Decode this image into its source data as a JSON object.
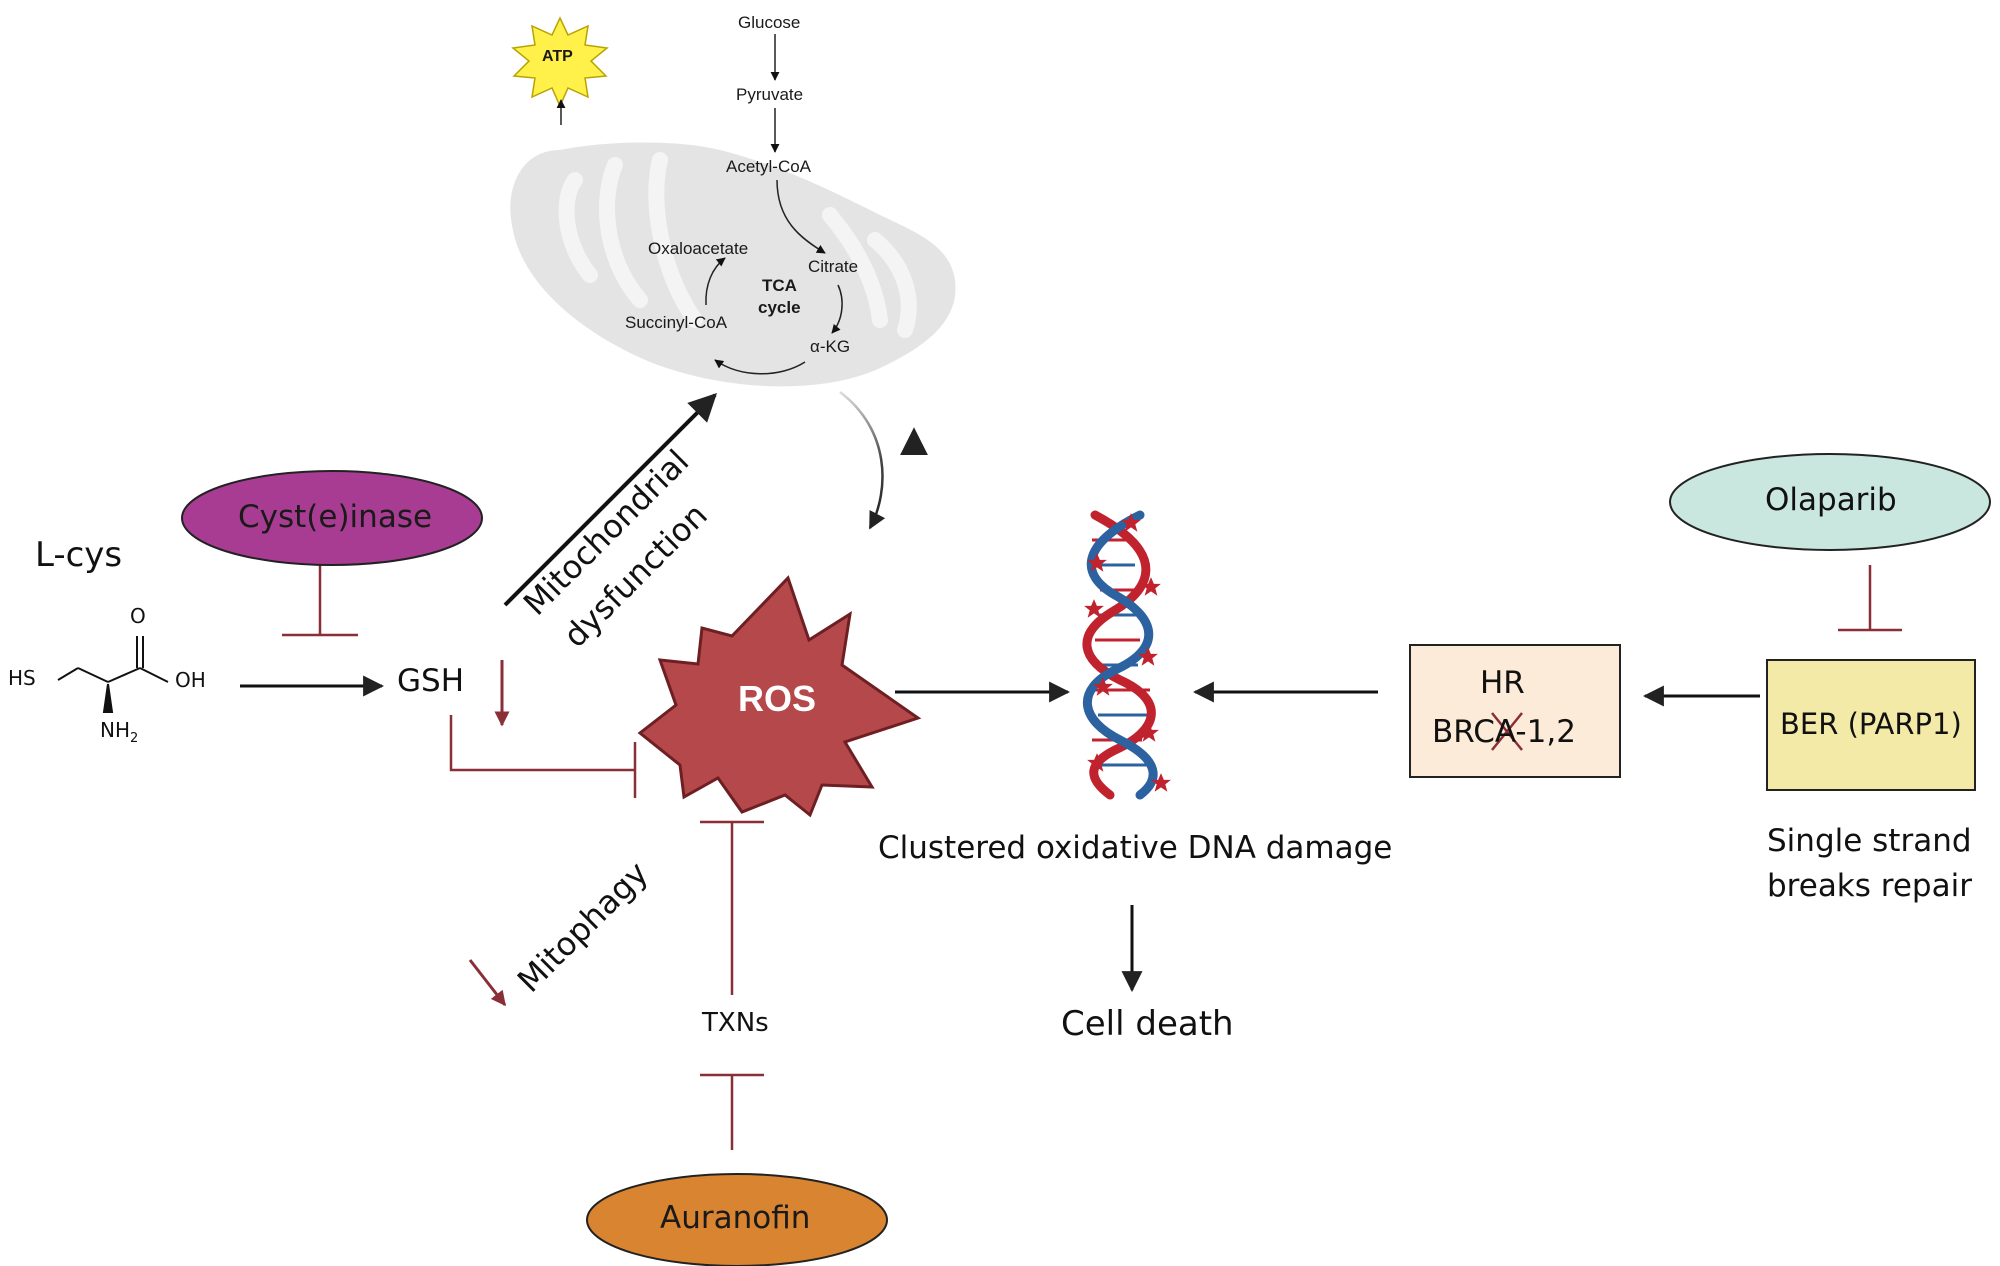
{
  "mito": {
    "glucose": "Glucose",
    "pyruvate": "Pyruvate",
    "acetyl_coa": "Acetyl-CoA",
    "oxaloacetate": "Oxaloacetate",
    "citrate": "Citrate",
    "tca_line1": "TCA",
    "tca_line2": "cycle",
    "succinyl_coa": "Succinyl-CoA",
    "akg": "α-KG",
    "atp": "ATP"
  },
  "left": {
    "lcys": "L-cys",
    "hs": "HS",
    "o": "O",
    "oh": "OH",
    "nh2": "NH",
    "nh2_sub": "2",
    "cysteinase": "Cyst(e)inase",
    "gsh": "GSH",
    "mito_dys_1": "Mitochondrial",
    "mito_dys_2": "dysfunction",
    "mitophagy": "Mitophagy"
  },
  "center": {
    "ros": "ROS",
    "txns": "TXNs",
    "auranofin": "Auranofin",
    "dna_damage": "Clustered oxidative DNA damage",
    "cell_death": "Cell death"
  },
  "right": {
    "olaparib": "Olaparib",
    "hr": "HR",
    "brca": "BRCA-1,2",
    "ber": "BER (PARP1)",
    "ssb_1": "Single strand",
    "ssb_2": "breaks repair"
  },
  "colors": {
    "inhibit": "#8a2e38",
    "ros_fill": "#b5484a",
    "cysteinase_fill": "#a83c93",
    "olaparib_fill": "#c9e6df",
    "auranofin_fill": "#d98430",
    "hr_box": "#fcebd9",
    "ber_box": "#f4eaa8",
    "mito_fill": "#e6e6e6",
    "atp_fill": "#fff04a",
    "dna_red": "#c0222e",
    "dna_blue": "#2c62a0"
  }
}
